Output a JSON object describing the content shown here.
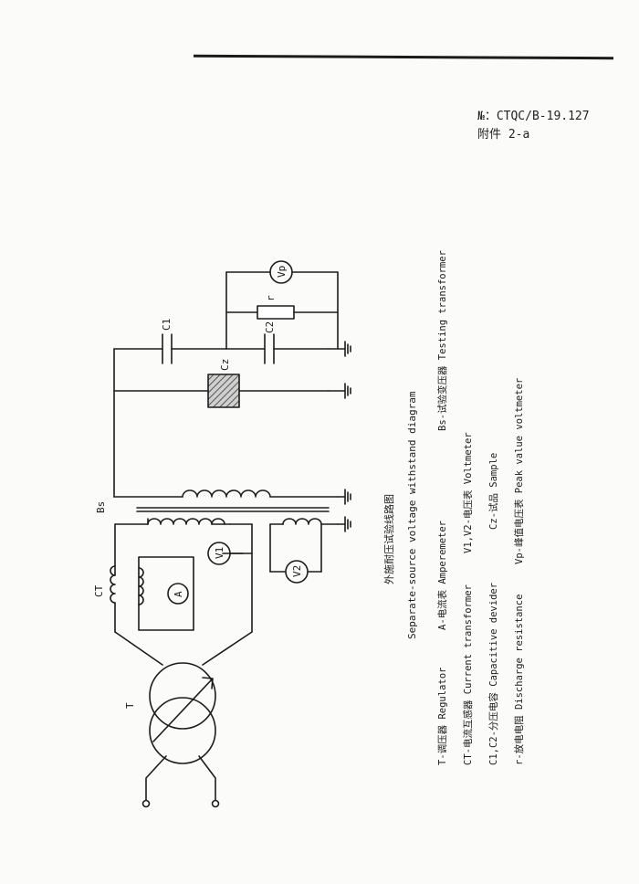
{
  "header": {
    "doc_number": "№：CTQC/B-19.127",
    "attachment": "附件 2-a"
  },
  "diagram": {
    "title_cn": "外施耐压试验线路图",
    "title_en": "Separate-source voltage withstand diagram",
    "component_labels": {
      "T": "T",
      "CT": "CT",
      "A": "A",
      "V1": "V1",
      "V2": "V2",
      "Bs": "Bs",
      "C1": "C1",
      "C2": "C2",
      "Cz": "Cz",
      "r": "r",
      "Vp": "Vp"
    }
  },
  "legend": {
    "col1": [
      "T-调压器 Regulator",
      "CT-电流互感器  Current transformer",
      "C1,C2-分压电容  Capacitive devider",
      "r-放电电阻  Discharge resistance"
    ],
    "col2": [
      "A-电流表 Amperemeter",
      "V1,V2-电压表  Voltmeter",
      "Cz-试品  Sample",
      "Vp-峰值电压表  Peak value voltmeter"
    ],
    "col3": [
      "Bs-试验变压器  Testing transformer"
    ]
  }
}
